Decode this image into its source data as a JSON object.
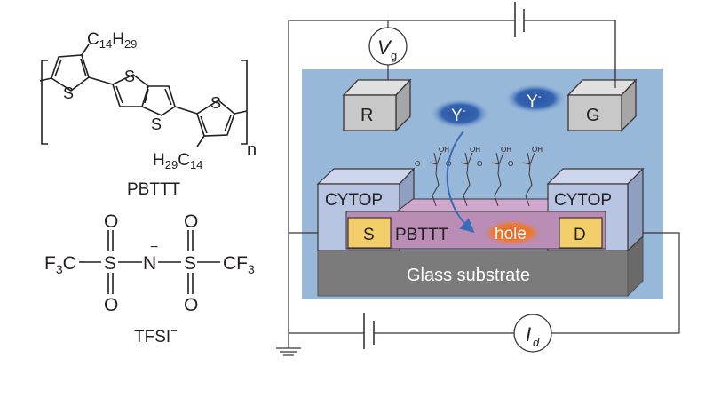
{
  "pbttt": {
    "top_substituent": "C14H29",
    "top_sub_main": "C",
    "top_sub_1": "14",
    "top_sub_h": "H",
    "top_sub_2": "29",
    "bottom_sub_h": "H",
    "bottom_sub_1": "29",
    "bottom_sub_c": "C",
    "bottom_sub_2": "14",
    "sulfur": "S",
    "repeat_n": "n",
    "label": "PBTTT"
  },
  "tfsi": {
    "f3c_left_f": "F",
    "f3c_left_3": "3",
    "f3c_left_c": "C",
    "s": "S",
    "n": "N",
    "o": "O",
    "charge": "−",
    "cf3_right_cf": "CF",
    "cf3_right_3": "3",
    "label_main": "TFSI",
    "label_sup": "−"
  },
  "device": {
    "gate_voltage_symbol": "V",
    "gate_voltage_sub": "g",
    "drain_current_symbol": "I",
    "drain_current_sub": "d",
    "reference_electrode": "R",
    "gate_electrode": "G",
    "anion_1": "Y",
    "anion_1_sup": "-",
    "anion_2": "Y",
    "anion_2_sup": "-",
    "oh_label": "OH",
    "o_label": "O",
    "cytop_left": "CYTOP",
    "cytop_right": "CYTOP",
    "source": "S",
    "drain": "D",
    "semiconductor": "PBTTT",
    "hole": "hole",
    "substrate": "Glass substrate"
  },
  "colors": {
    "electrolyte": "#97b8d9",
    "electrode_gray": "#c8c8c8",
    "cytop": "#b7c4e2",
    "pbttt": "#b98db5",
    "contact": "#f2cf6b",
    "substrate": "#7b7b7b",
    "anion": "#2f5faa",
    "hole": "#e8762c",
    "wire": "#3b3335"
  }
}
